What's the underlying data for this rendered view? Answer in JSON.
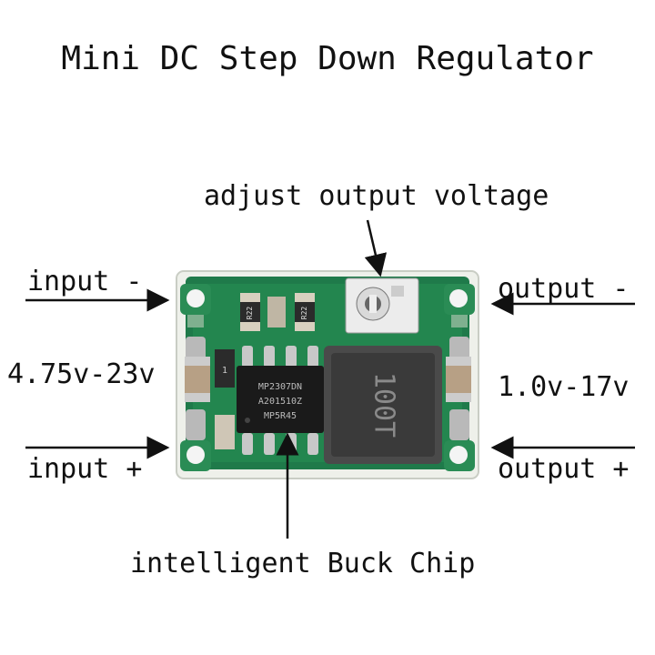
{
  "title": "Mini DC Step Down Regulator",
  "labels": {
    "adjust": "adjust output voltage",
    "input_minus": "input -",
    "input_range": "4.75v-23v",
    "input_plus": "input +",
    "output_minus": "output -",
    "output_range": "1.0v-17v",
    "output_plus": "output +",
    "chip": "intelligent Buck Chip"
  },
  "board_markings": {
    "resistor_1": "R22",
    "resistor_2": "R22",
    "chip_line1": "MP2307DN",
    "chip_line2": "A201510Z",
    "chip_line3": "MP5R45",
    "inductor": "100T",
    "diode": "1"
  },
  "colors": {
    "pcb": "#1f7a4a",
    "pcb_edge": "#e8ece6",
    "chip": "#1a1a1a",
    "inductor": "#3a3a3a"
  }
}
